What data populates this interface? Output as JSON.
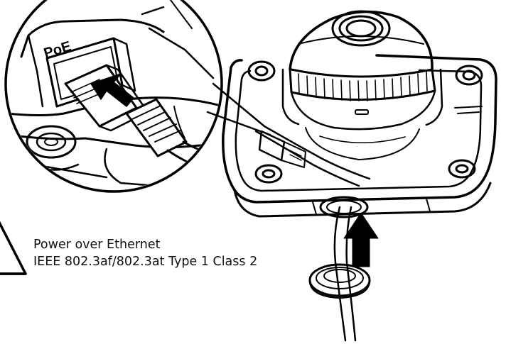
{
  "callout": {
    "port_label": "PoE"
  },
  "caption": {
    "line1": "Power over Ethernet",
    "line2": "IEEE 802.3af/802.3at Type 1 Class 2"
  },
  "icons": {
    "warning": "warning-triangle-icon",
    "insert_arrow": "arrow-icon",
    "cable_arrow": "up-arrow-icon"
  },
  "colors": {
    "line": "#000000",
    "background": "#ffffff"
  }
}
